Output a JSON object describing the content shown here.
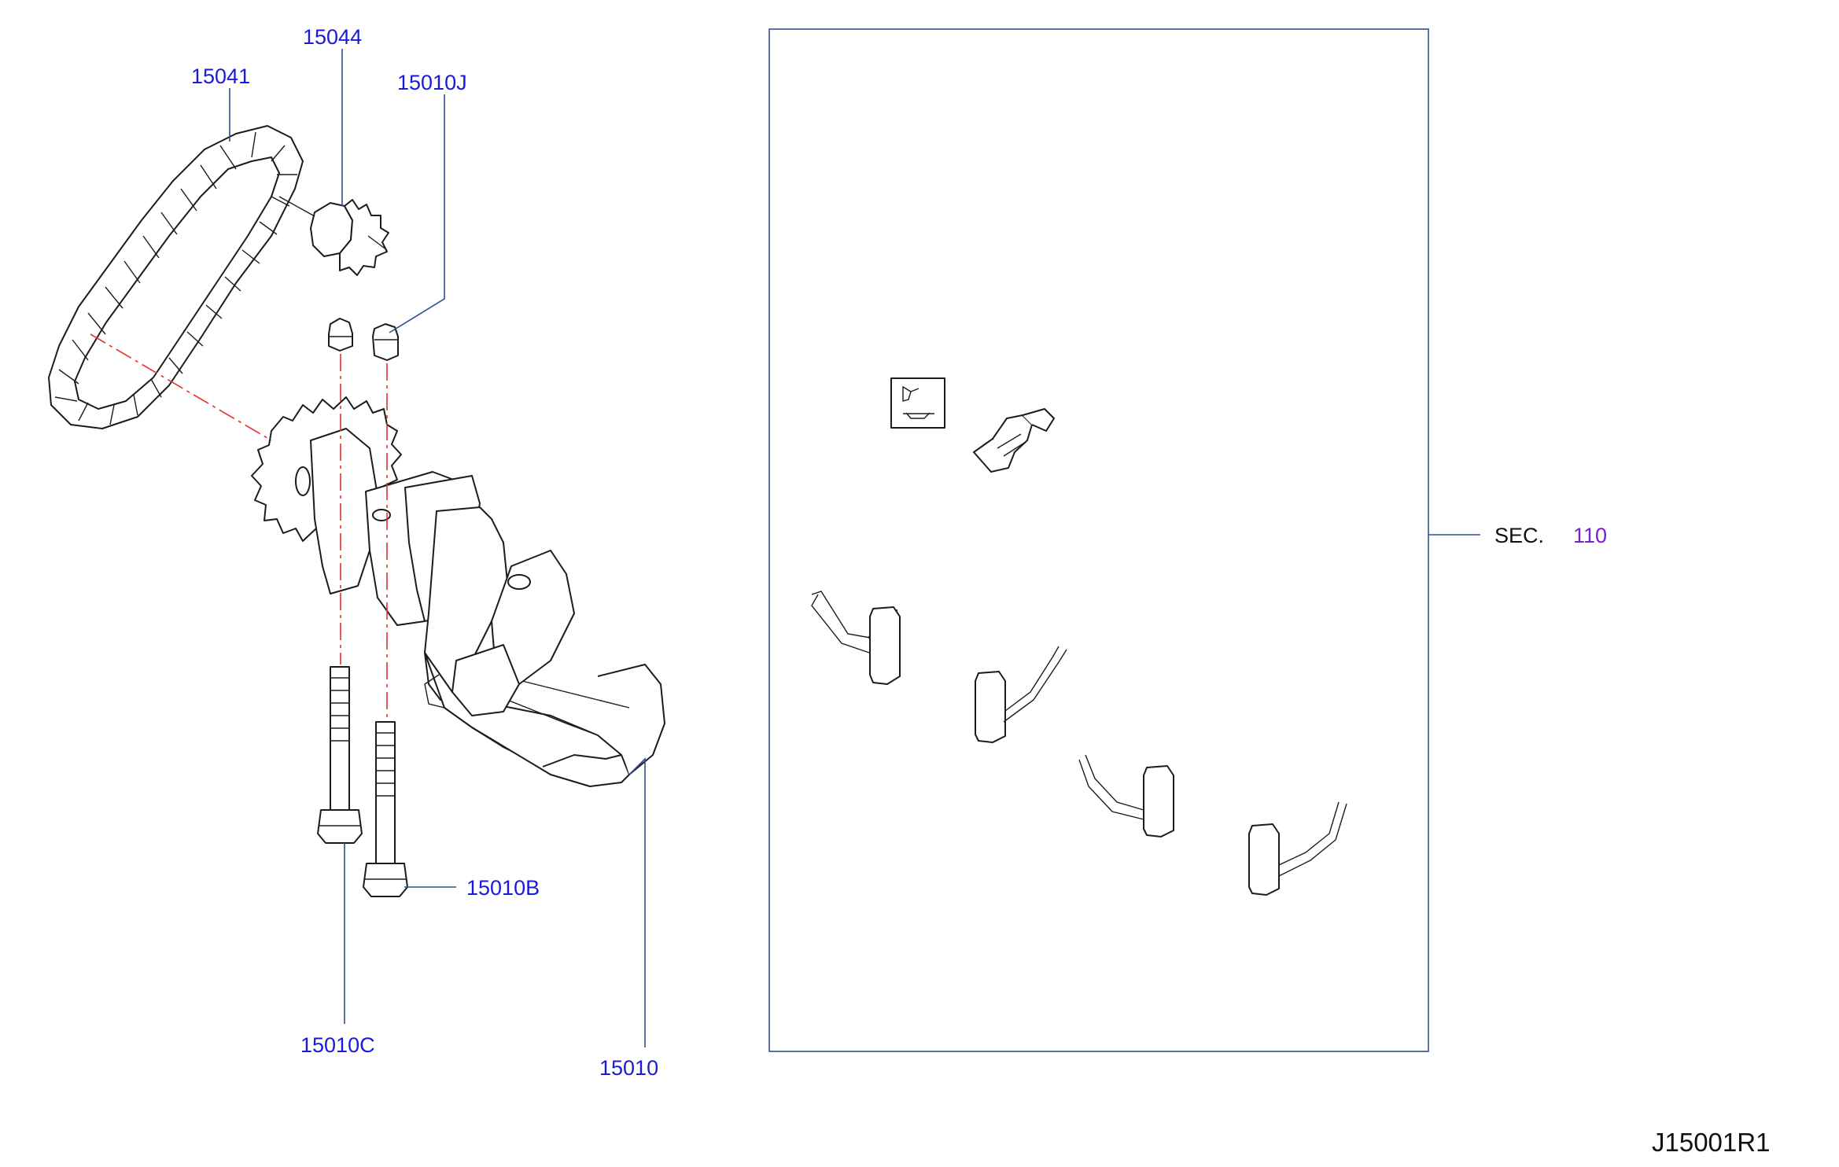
{
  "diagram_code": "J15001R1",
  "section_ref": {
    "prefix": "SEC.",
    "number": "110"
  },
  "callouts": [
    {
      "id": "chain",
      "part_no": "15041"
    },
    {
      "id": "sprocket",
      "part_no": "15044"
    },
    {
      "id": "dowel-pin",
      "part_no": "15010J"
    },
    {
      "id": "bolt-long",
      "part_no": "15010C"
    },
    {
      "id": "bolt-short",
      "part_no": "15010B"
    },
    {
      "id": "oil-pump",
      "part_no": "15010"
    }
  ],
  "colors": {
    "part_number": "#1a1adc",
    "section_number": "#7a1fd0",
    "centerline": "#e03030",
    "leader": "#2f4f8f"
  }
}
